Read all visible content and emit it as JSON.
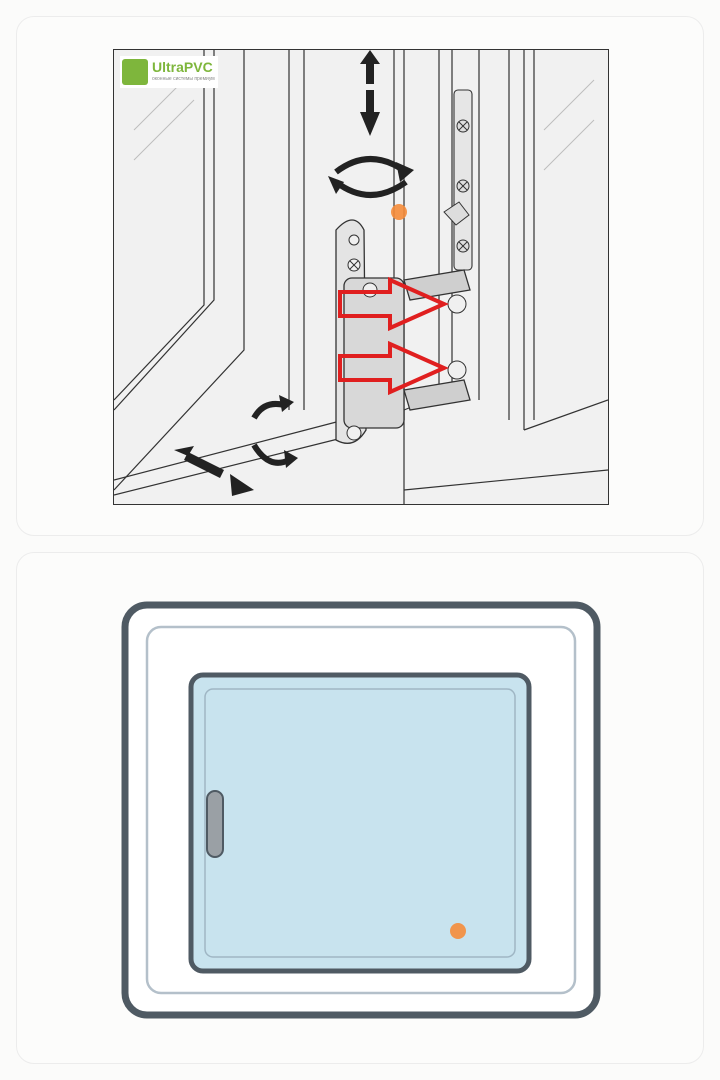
{
  "brand": {
    "name": "UltraPVC",
    "tagline": "оконные системы премиум"
  },
  "illustration": {
    "subject": "window hinge adjustment",
    "icons": [
      "vertical-arrow-icon",
      "rotate-arrow-icon",
      "horizontal-arrow-icon",
      "red-outline-arrow-icon"
    ]
  },
  "window_diagram": {
    "subject": "window sash",
    "colors": {
      "outer_frame": "#4f5a63",
      "inner_frame": "#b4c0ca",
      "sash_border": "#4f5a63",
      "glass": "#c8e3ee",
      "handle": "#9aa0a5",
      "marker": "#f58c3a"
    }
  },
  "colors": {
    "arrow_red": "#e01f1f",
    "marker": "#f58c3a",
    "logo_green": "#7eb63c"
  }
}
